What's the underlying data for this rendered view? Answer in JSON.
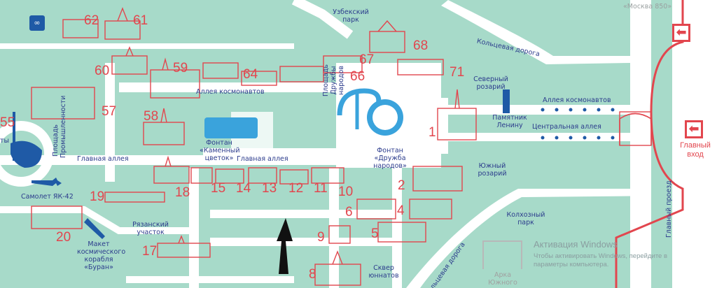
{
  "map": {
    "exits": {
      "main_entrance": "Главный вход",
      "arrow_glyph": "⬅"
    },
    "park_labels": {
      "uzbek_park": "Узбекский парк",
      "northern_rosary": "Северный розарий",
      "southern_rosary": "Южный розарий",
      "kolkhoz_park": "Колхозный парк",
      "skver_yunnatov": "Сквер юннатов",
      "ryazan_plot": "Рязанский участок"
    },
    "roads": {
      "ring_road_top": "Кольцевая дорога",
      "ring_road_bottom": "Кольцевая дорога",
      "cosmonauts_alley_left": "Аллея космонавтов",
      "cosmonauts_alley_right": "Аллея космонавтов",
      "central_alley": "Центральная аллея",
      "main_alley_left": "Главная аллея",
      "main_alley_mid": "Главная аллея",
      "proezd_vertical": "Главный проезд"
    },
    "landmarks": {
      "fountain_stone_flower": "Фонтан «Каменный цветок»",
      "fountain_friendship": "Фонтан «Дружба народов»",
      "square_friendship": "Площадь Дружбы народов",
      "square_industry": "Площадь Промышленности",
      "lenin_monument": "Памятник Ленину",
      "yak42": "Самолет ЯК-42",
      "buran": "Макет космического корабля «Буран»",
      "arch": "Арка Южного",
      "moscow_sign": "«Москва 850»",
      "partial_left": "ты"
    },
    "numbers": [
      "62",
      "61",
      "60",
      "59",
      "64",
      "67",
      "68",
      "66",
      "71",
      "57",
      "58",
      "55",
      "1",
      "19",
      "18",
      "15",
      "14",
      "13",
      "12",
      "11",
      "10",
      "2",
      "6",
      "4",
      "5",
      "9",
      "20",
      "17",
      "8"
    ],
    "watermark": {
      "title": "Активация Windows",
      "line1": "Чтобы активировать Windows, перейдите в",
      "line2": "параметры компьютера."
    },
    "colors": {
      "ground": "#a7dac9",
      "paths": "#ffffff",
      "buildings": "#e2464e",
      "labels": "#2b3b8c",
      "fountain": "#3aa3dc"
    }
  }
}
